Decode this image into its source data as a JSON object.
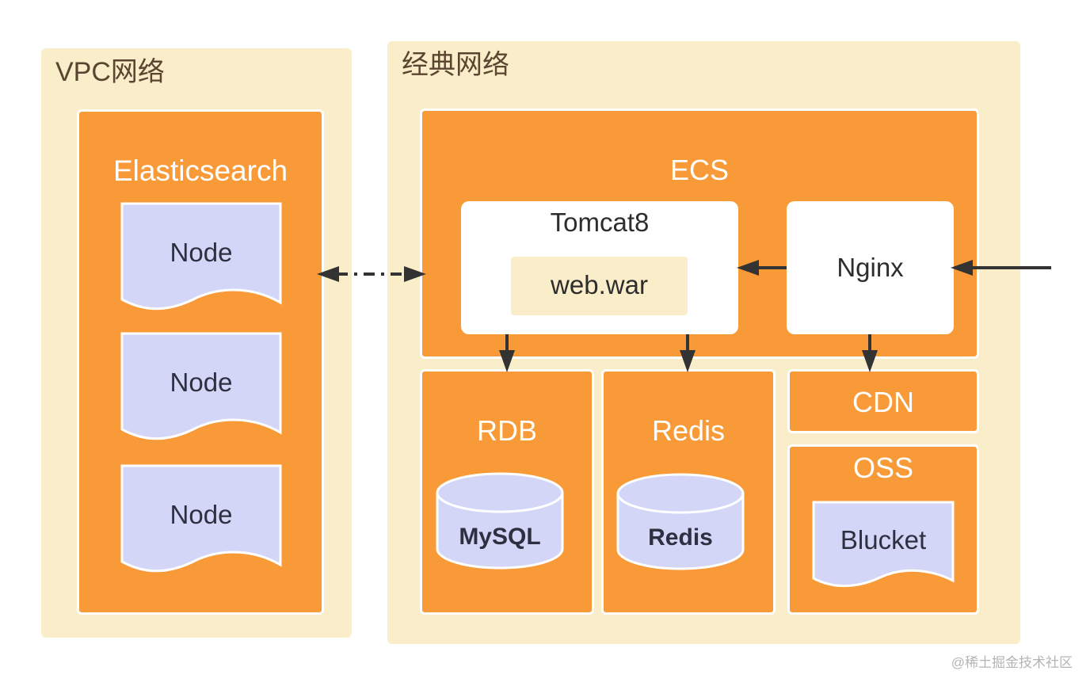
{
  "zones": {
    "vpc": {
      "title": "VPC网络"
    },
    "classic": {
      "title": "经典网络"
    }
  },
  "elasticsearch": {
    "title": "Elasticsearch",
    "nodes": [
      "Node",
      "Node",
      "Node"
    ]
  },
  "ecs": {
    "title": "ECS",
    "tomcat": {
      "title": "Tomcat8",
      "artifact": "web.war"
    },
    "nginx": {
      "title": "Nginx"
    }
  },
  "rdb": {
    "title": "RDB",
    "db": "MySQL"
  },
  "redis": {
    "title": "Redis",
    "db": "Redis"
  },
  "cdn": {
    "title": "CDN"
  },
  "oss": {
    "title": "OSS",
    "bucket": "Blucket"
  },
  "connections": [
    {
      "from": "Elasticsearch",
      "to": "ECS",
      "style": "dash-dot",
      "direction": "bidirectional"
    },
    {
      "from": "external",
      "to": "Nginx",
      "style": "solid"
    },
    {
      "from": "Nginx",
      "to": "Tomcat8",
      "style": "solid"
    },
    {
      "from": "Tomcat8",
      "to": "RDB",
      "style": "solid"
    },
    {
      "from": "Tomcat8",
      "to": "Redis",
      "style": "solid"
    },
    {
      "from": "Nginx",
      "to": "CDN",
      "style": "solid"
    }
  ],
  "colors": {
    "zone_bg": "#faedc9",
    "service_bg": "#f99a38",
    "node_fill": "#d4d6f7",
    "arrow": "#333333"
  },
  "watermark": "@稀土掘金技术社区"
}
